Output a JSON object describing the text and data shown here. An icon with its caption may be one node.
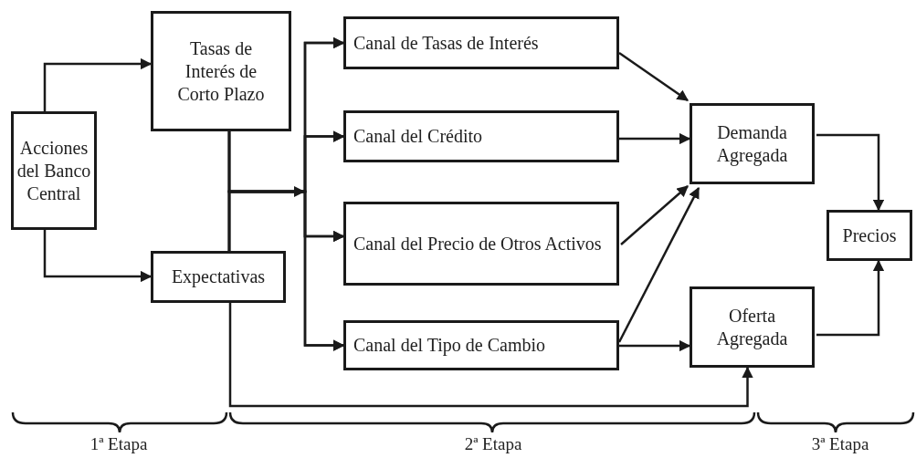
{
  "diagram": {
    "nodes": [
      {
        "text": [
          "Acciones del Banco Central"
        ]
      },
      {
        "text": [
          "Tasas de Interés de Corto Plazo"
        ]
      },
      {
        "text": [
          "Expectativas"
        ]
      },
      {
        "text": [
          "Canal de Tasas de Interés"
        ]
      },
      {
        "text": [
          "Canal del Crédito"
        ]
      },
      {
        "text": [
          "Canal del Precio de Otros Activos"
        ]
      },
      {
        "text": [
          "Canal del Tipo de Cambio"
        ]
      },
      {
        "text": [
          "Demanda Agregada"
        ]
      },
      {
        "text": [
          "Oferta Agregada"
        ]
      },
      {
        "text": [
          "Precios"
        ]
      }
    ],
    "edges": [
      {
        "from": 0,
        "to": 1,
        "arrow": "to"
      },
      {
        "from": 0,
        "to": 2,
        "arrow": "to"
      },
      {
        "from": 1,
        "to": 3,
        "arrow": "to"
      },
      {
        "from": 1,
        "to": 4,
        "arrow": "to"
      },
      {
        "from": 1,
        "to": 5,
        "arrow": "to"
      },
      {
        "from": 1,
        "to": 6,
        "arrow": "to"
      },
      {
        "from": 2,
        "to": 3,
        "arrow": "to"
      },
      {
        "from": 2,
        "to": 4,
        "arrow": "to"
      },
      {
        "from": 2,
        "to": 5,
        "arrow": "to"
      },
      {
        "from": 2,
        "to": 6,
        "arrow": "to"
      },
      {
        "from": 2,
        "to": 8,
        "arrow": "to"
      },
      {
        "from": 3,
        "to": 7,
        "arrow": "to"
      },
      {
        "from": 4,
        "to": 7,
        "arrow": "to"
      },
      {
        "from": 5,
        "to": 7,
        "arrow": "to"
      },
      {
        "from": 6,
        "to": 7,
        "arrow": "to"
      },
      {
        "from": 6,
        "to": 8,
        "arrow": "to"
      },
      {
        "from": 7,
        "to": 9,
        "arrow": "to"
      },
      {
        "from": 8,
        "to": 9,
        "arrow": "to"
      }
    ],
    "labels": [
      "1ª Etapa",
      "2ª Etapa",
      "3ª Etapa"
    ]
  }
}
